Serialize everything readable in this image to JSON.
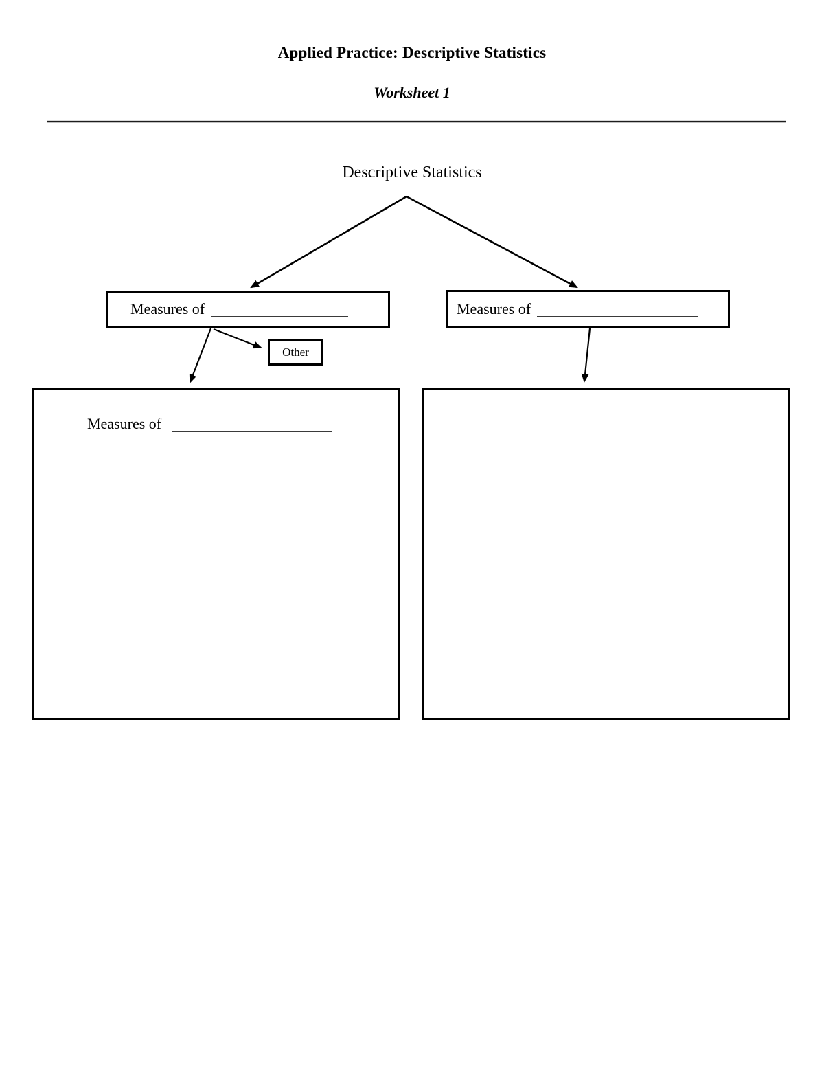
{
  "header": {
    "title": "Applied Practice: Descriptive Statistics",
    "subtitle": "Worksheet 1"
  },
  "diagram": {
    "root_label": "Descriptive Statistics",
    "left_node": {
      "label": "Measures of"
    },
    "right_node": {
      "label": "Measures of"
    },
    "other_node": {
      "label": "Other"
    },
    "left_panel": {
      "label": "Measures of"
    }
  },
  "colors": {
    "ink": "#000000",
    "blank_line": "#3a3a3a",
    "background": "#ffffff"
  }
}
